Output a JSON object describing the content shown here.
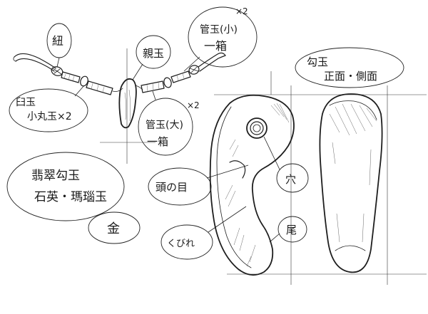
{
  "labels": {
    "cord": "紐",
    "main_bead": "親玉",
    "small_tube": "管玉(小)",
    "tube_count_top": "一箱",
    "x2_top": "×2",
    "small_beads_1": "臼玉",
    "small_beads_2": "小丸玉×2",
    "large_tube": "管玉(大)",
    "large_tube_count": "一箱",
    "x2_right": "×2",
    "title_1": "翡翠勾玉",
    "title_2": "石英・瑪瑙玉",
    "title_seal": "金",
    "head_eye": "頭の目",
    "kururi": "くびれ",
    "hole": "穴",
    "tail": "尾",
    "mag_1": "勾玉",
    "mag_2": "正面・側面"
  }
}
